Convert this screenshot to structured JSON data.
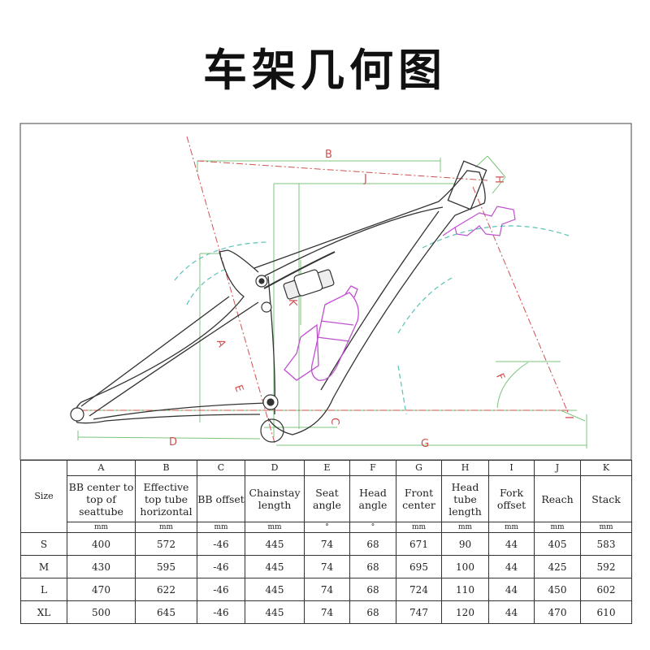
{
  "title": "车架几何图",
  "diagram_labels": [
    "B",
    "J",
    "H",
    "K",
    "A",
    "E",
    "F",
    "C",
    "I",
    "D",
    "G"
  ],
  "colors": {
    "green": "#7cc47c",
    "red": "#d05050",
    "teal": "#59c2b6",
    "purple": "#c04fd0",
    "frame": "#333333"
  },
  "table": {
    "size_header": "Size",
    "letters": [
      "A",
      "B",
      "C",
      "D",
      "E",
      "F",
      "G",
      "H",
      "I",
      "J",
      "K"
    ],
    "names": [
      "BB center to top of seattube",
      "Effective top tube horizontal",
      "BB offset",
      "Chainstay length",
      "Seat angle",
      "Head angle",
      "Front center",
      "Head tube length",
      "Fork offset",
      "Reach",
      "Stack"
    ],
    "units": [
      "mm",
      "mm",
      "mm",
      "mm",
      "°",
      "°",
      "mm",
      "mm",
      "mm",
      "mm",
      "mm"
    ],
    "rows": [
      {
        "size": "S",
        "values": [
          "400",
          "572",
          "-46",
          "445",
          "74",
          "68",
          "671",
          "90",
          "44",
          "405",
          "583"
        ]
      },
      {
        "size": "M",
        "values": [
          "430",
          "595",
          "-46",
          "445",
          "74",
          "68",
          "695",
          "100",
          "44",
          "425",
          "592"
        ]
      },
      {
        "size": "L",
        "values": [
          "470",
          "622",
          "-46",
          "445",
          "74",
          "68",
          "724",
          "110",
          "44",
          "450",
          "602"
        ]
      },
      {
        "size": "XL",
        "values": [
          "500",
          "645",
          "-46",
          "445",
          "74",
          "68",
          "747",
          "120",
          "44",
          "470",
          "610"
        ]
      }
    ]
  }
}
